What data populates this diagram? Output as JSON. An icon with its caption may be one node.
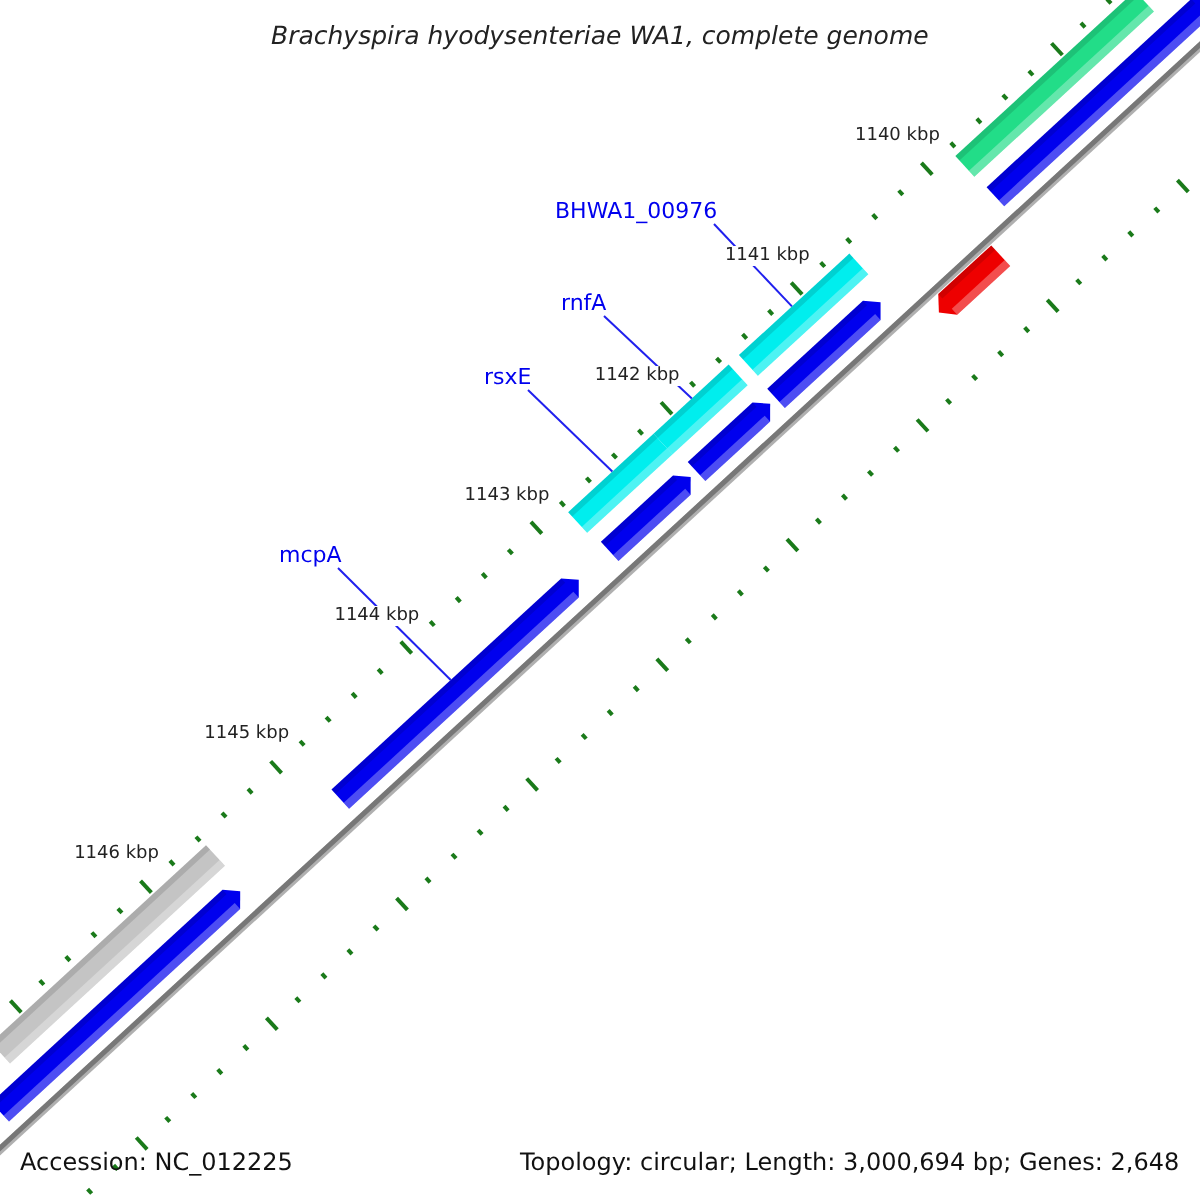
{
  "diagram": {
    "title": "Brachyspira hyodysenteriae WA1, complete genome",
    "nodes": [
      {
        "text": [
          "BHWA1_00976"
        ]
      },
      {
        "text": [
          "rnfA"
        ]
      },
      {
        "text": [
          "rsxE"
        ]
      },
      {
        "text": [
          "mcpA"
        ]
      },
      {
        "text": [],
        "shape": "bar"
      },
      {
        "text": [],
        "shape": "bar"
      },
      {
        "text": [],
        "shape": "bar"
      },
      {
        "text": [],
        "shape": "bar"
      },
      {
        "text": [],
        "shape": "bar"
      },
      {
        "text": [],
        "shape": "bar"
      },
      {
        "text": [],
        "shape": "bar"
      },
      {
        "text": [],
        "shape": "bar"
      },
      {
        "text": [],
        "shape": "bar"
      },
      {
        "text": [],
        "shape": "bar"
      },
      {
        "text": [],
        "shape": "bar"
      },
      {
        "text": [],
        "shape": "bar"
      }
    ],
    "edges": [
      {
        "from": 0,
        "to": 11,
        "arrow": "none"
      },
      {
        "from": 1,
        "to": 9,
        "arrow": "none"
      },
      {
        "from": 2,
        "to": 7,
        "arrow": "none"
      },
      {
        "from": 3,
        "to": 6,
        "arrow": "none"
      }
    ],
    "labels": [
      "1140 kbp",
      "1141 kbp",
      "1142 kbp",
      "1143 kbp",
      "1144 kbp",
      "1145 kbp",
      "1146 kbp",
      "Accession: NC_012225",
      "Topology: circular; Length: 3,000,694 bp; Genes: 2,648"
    ]
  }
}
